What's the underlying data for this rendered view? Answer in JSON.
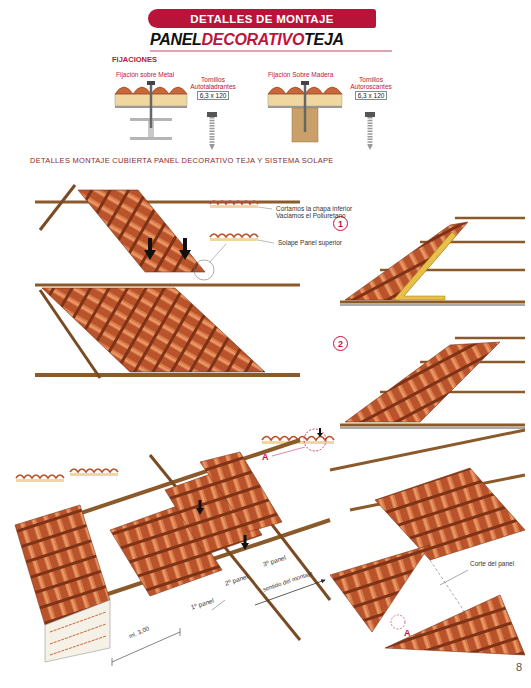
{
  "diagram": {
    "title": "DETALLES DE MONTAJE",
    "nodes": [
      {
        "text": [
          "Tornillos Autotaladrantes",
          "6,3 x 120"
        ]
      },
      {
        "text": [
          "Tornillos Autoroscantes",
          "6,3 x 120"
        ]
      },
      {
        "text": [
          "1"
        ]
      },
      {
        "text": [
          "2"
        ]
      }
    ],
    "edges": [],
    "labels": [
      "PANEL",
      "DECORATIVO",
      "TEJA",
      "FIJACIONES",
      "Fijación sobre Metal",
      "Fijación Sobre Madera",
      "DETALLES MONTAJE CUBIERTA PANEL DECORATIVO TEJA Y SISTEMA SOLAPE",
      "Cortamos la chapa inferior Vaciamos el Poliuretano",
      "Solape Panel superior",
      "A",
      "3º panel",
      "2º panel",
      "1º panel",
      "sentido del montaje",
      "ml. 3,00",
      "Corte del panel",
      "A",
      "8"
    ]
  }
}
